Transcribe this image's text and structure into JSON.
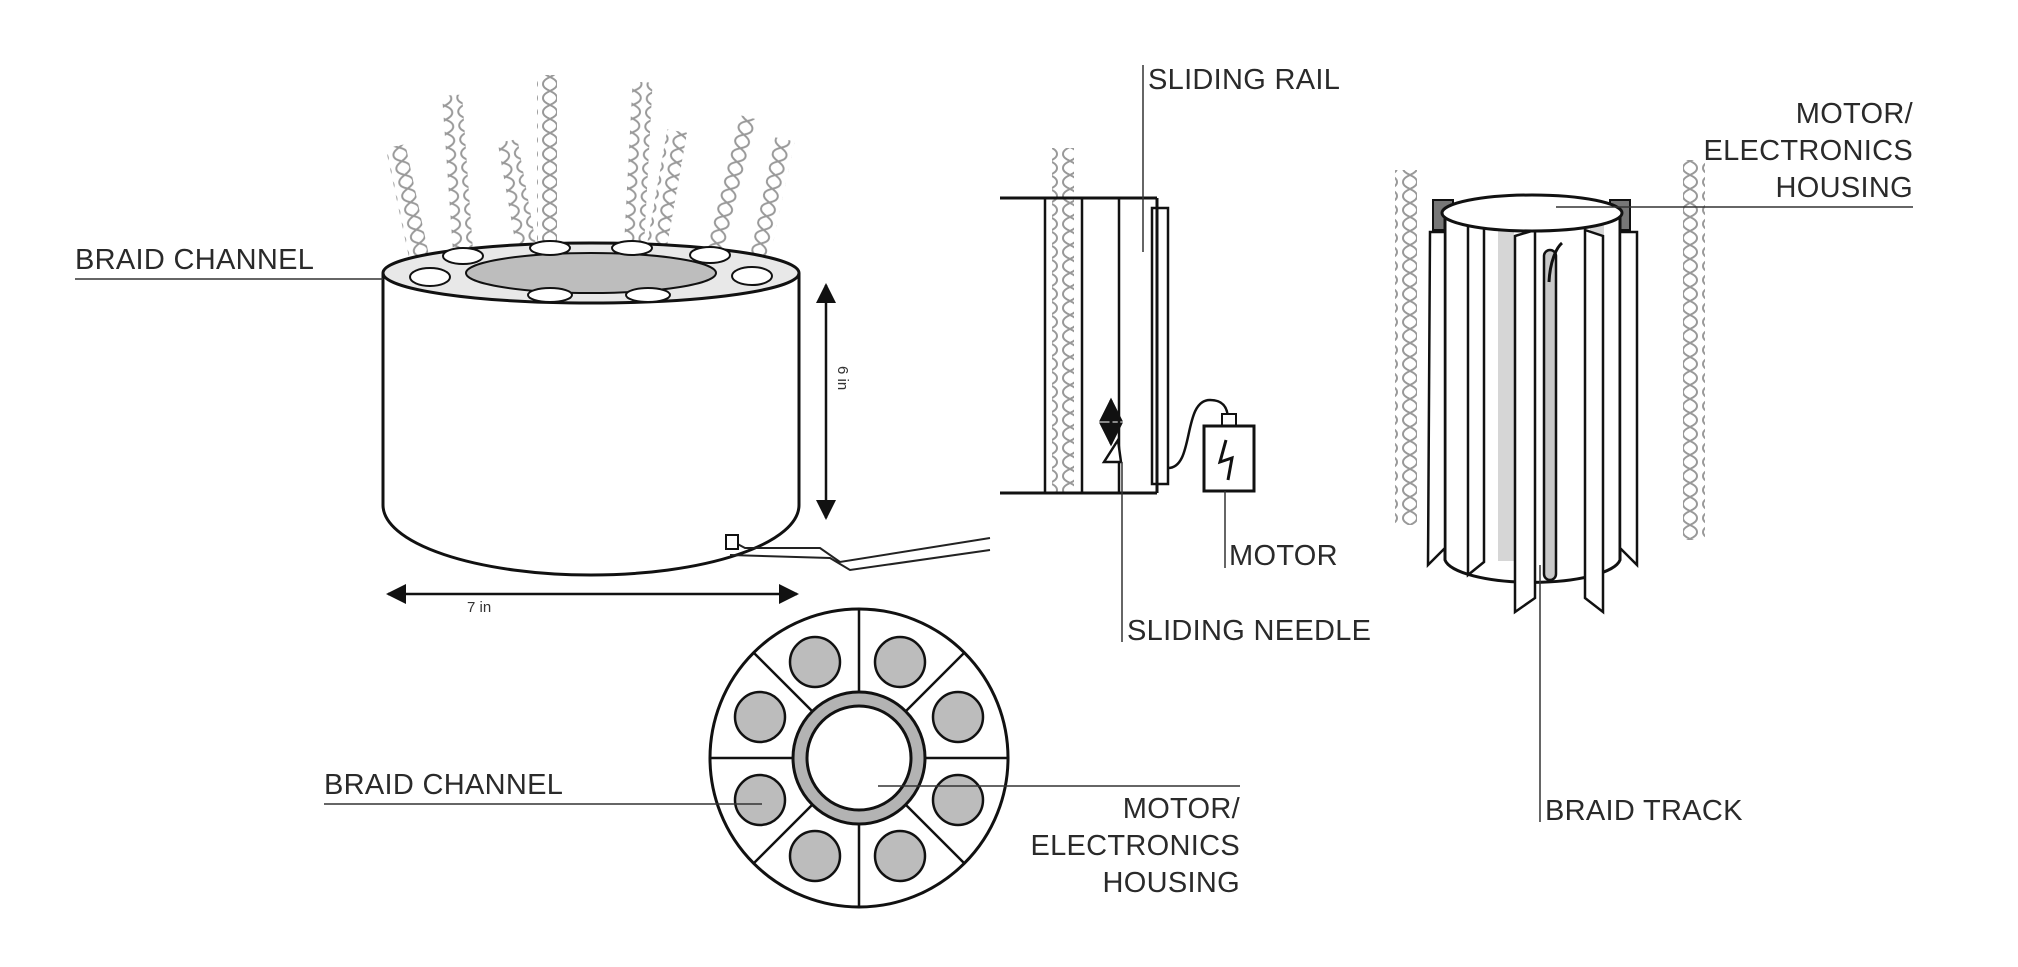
{
  "labels": {
    "braid_channel_top": "BRAID CHANNEL",
    "sliding_rail": "SLIDING RAIL",
    "motor": "MOTOR",
    "sliding_needle": "SLIDING NEEDLE",
    "braid_channel_bottom": "BRAID CHANNEL",
    "motor_housing_bottom": [
      "MOTOR/",
      "ELECTRONICS",
      "HOUSING"
    ],
    "motor_housing_right": [
      "MOTOR/",
      "ELECTRONICS",
      "HOUSING"
    ],
    "braid_track": "BRAID TRACK"
  },
  "dimensions": {
    "height": "6 in",
    "width": "7 in"
  },
  "icons": {
    "arrow": "double-arrow-icon",
    "lightning": "lightning-icon"
  }
}
